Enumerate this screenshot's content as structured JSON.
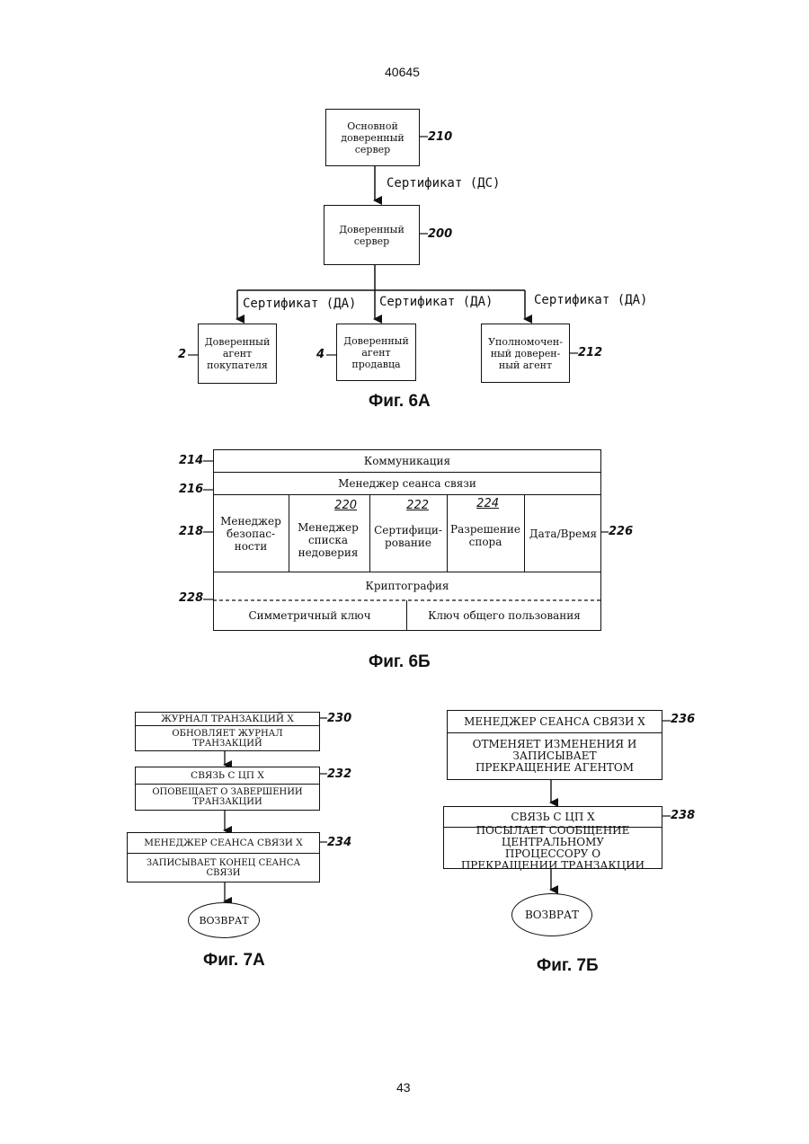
{
  "page": {
    "doc_number": "40645",
    "page_number": "43"
  },
  "fig6a": {
    "caption": "Фиг. 6А",
    "main_server": {
      "label": "Основной доверенный сервер",
      "ref": "210"
    },
    "cert_ds": "Сертификат (ДС)",
    "server": {
      "label": "Доверенный сервер",
      "ref": "200"
    },
    "cert_da_1": "Сертификат (ДА)",
    "cert_da_2": "Сертификат (ДА)",
    "cert_da_3": "Сертификат (ДА)",
    "buyer_agent": {
      "label": "Доверенный агент покупателя",
      "ref": "2"
    },
    "seller_agent": {
      "label": "Доверенный агент продавца",
      "ref": "4"
    },
    "authorized_agent": {
      "label": "Уполномочен-ный доверен-ный агент",
      "ref": "212"
    }
  },
  "fig6b": {
    "caption": "Фиг. 6Б",
    "communication": {
      "label": "Коммуникация",
      "ref": "214"
    },
    "session_manager": {
      "label": "Менеджер сеанса связи",
      "ref": "216"
    },
    "row_ref": "218",
    "security_manager": {
      "label": "Менеджер безопас-ности"
    },
    "blacklist_manager": {
      "label": "Менеджер списка недоверия",
      "ref": "220"
    },
    "certification": {
      "label": "Сертифици-рование",
      "ref": "222"
    },
    "dispute": {
      "label": "Разрешение спора",
      "ref": "224"
    },
    "datetime": {
      "label": "Дата/Время",
      "ref": "226"
    },
    "crypto": {
      "label": "Криптография",
      "ref": "228"
    },
    "symmetric": "Симметричный ключ",
    "public_key": "Ключ общего пользования"
  },
  "fig7a": {
    "caption": "Фиг. 7А",
    "step1": {
      "head": "ЖУРНАЛ ТРАНЗАКЦИЙ X",
      "body": "ОБНОВЛЯЕТ ЖУРНАЛ ТРАНЗАКЦИЙ",
      "ref": "230"
    },
    "step2": {
      "head": "СВЯЗЬ С ЦП X",
      "body": "ОПОВЕЩАЕТ О ЗАВЕРШЕНИИ ТРАНЗАКЦИИ",
      "ref": "232"
    },
    "step3": {
      "head": "МЕНЕДЖЕР СЕАНСА СВЯЗИ X",
      "body": "ЗАПИСЫВАЕТ КОНЕЦ СЕАНСА СВЯЗИ",
      "ref": "234"
    },
    "end": "ВОЗВРАТ"
  },
  "fig7b": {
    "caption": "Фиг. 7Б",
    "step1": {
      "head": "МЕНЕДЖЕР СЕАНСА СВЯЗИ X",
      "body": "ОТМЕНЯЕТ ИЗМЕНЕНИЯ И ЗАПИСЫВАЕТ ПРЕКРАЩЕНИЕ АГЕНТОМ",
      "ref": "236"
    },
    "step2": {
      "head": "СВЯЗЬ С ЦП X",
      "body": "ПОСЫЛАЕТ СООБЩЕНИЕ ЦЕНТРАЛЬНОМУ ПРОЦЕССОРУ О ПРЕКРАЩЕНИИ ТРАНЗАКЦИИ",
      "ref": "238"
    },
    "end": "ВОЗВРАТ"
  }
}
